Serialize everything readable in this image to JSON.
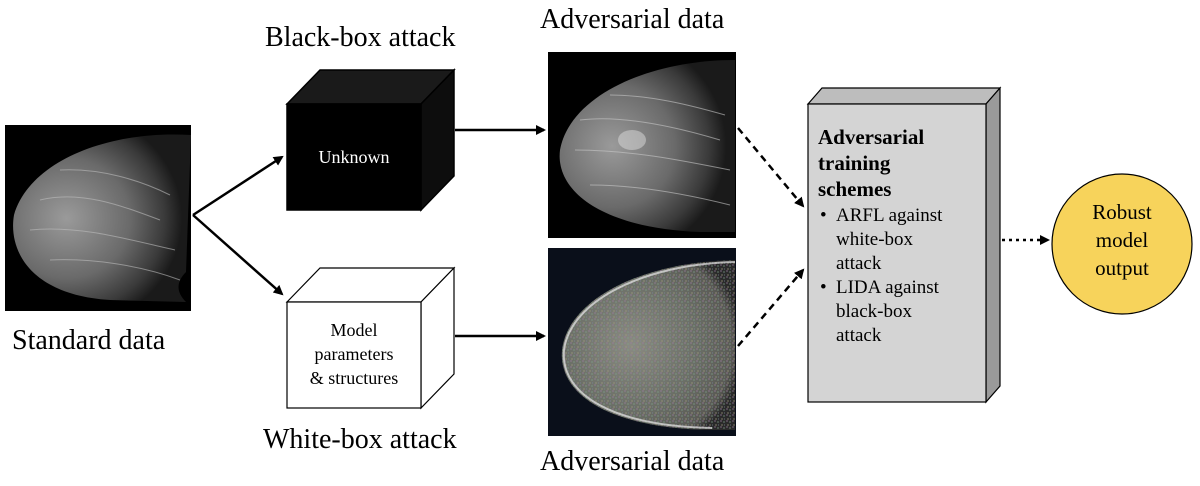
{
  "inputs": {
    "standard_data_label": "Standard data"
  },
  "attacks": {
    "black_box_label": "Black-box attack",
    "black_box_text": "Unknown",
    "white_box_label": "White-box attack",
    "white_box_lines": [
      "Model",
      "parameters",
      "& structures"
    ]
  },
  "adversarial": {
    "top_label": "Adversarial data",
    "bottom_label": "Adversarial data"
  },
  "training": {
    "title_lines": [
      "Adversarial",
      "training",
      "schemes"
    ],
    "bullets": [
      [
        "ARFL against",
        "white-box",
        "attack"
      ],
      [
        "LIDA against",
        "black-box",
        "attack"
      ]
    ]
  },
  "output": {
    "lines": [
      "Robust",
      "model",
      "output"
    ]
  },
  "colors": {
    "output_fill": "#f7d35b",
    "training_box_fill": "#d4d4d4",
    "black_cube": "#000000"
  },
  "icons": {
    "mammogram": "mammogram-image"
  }
}
